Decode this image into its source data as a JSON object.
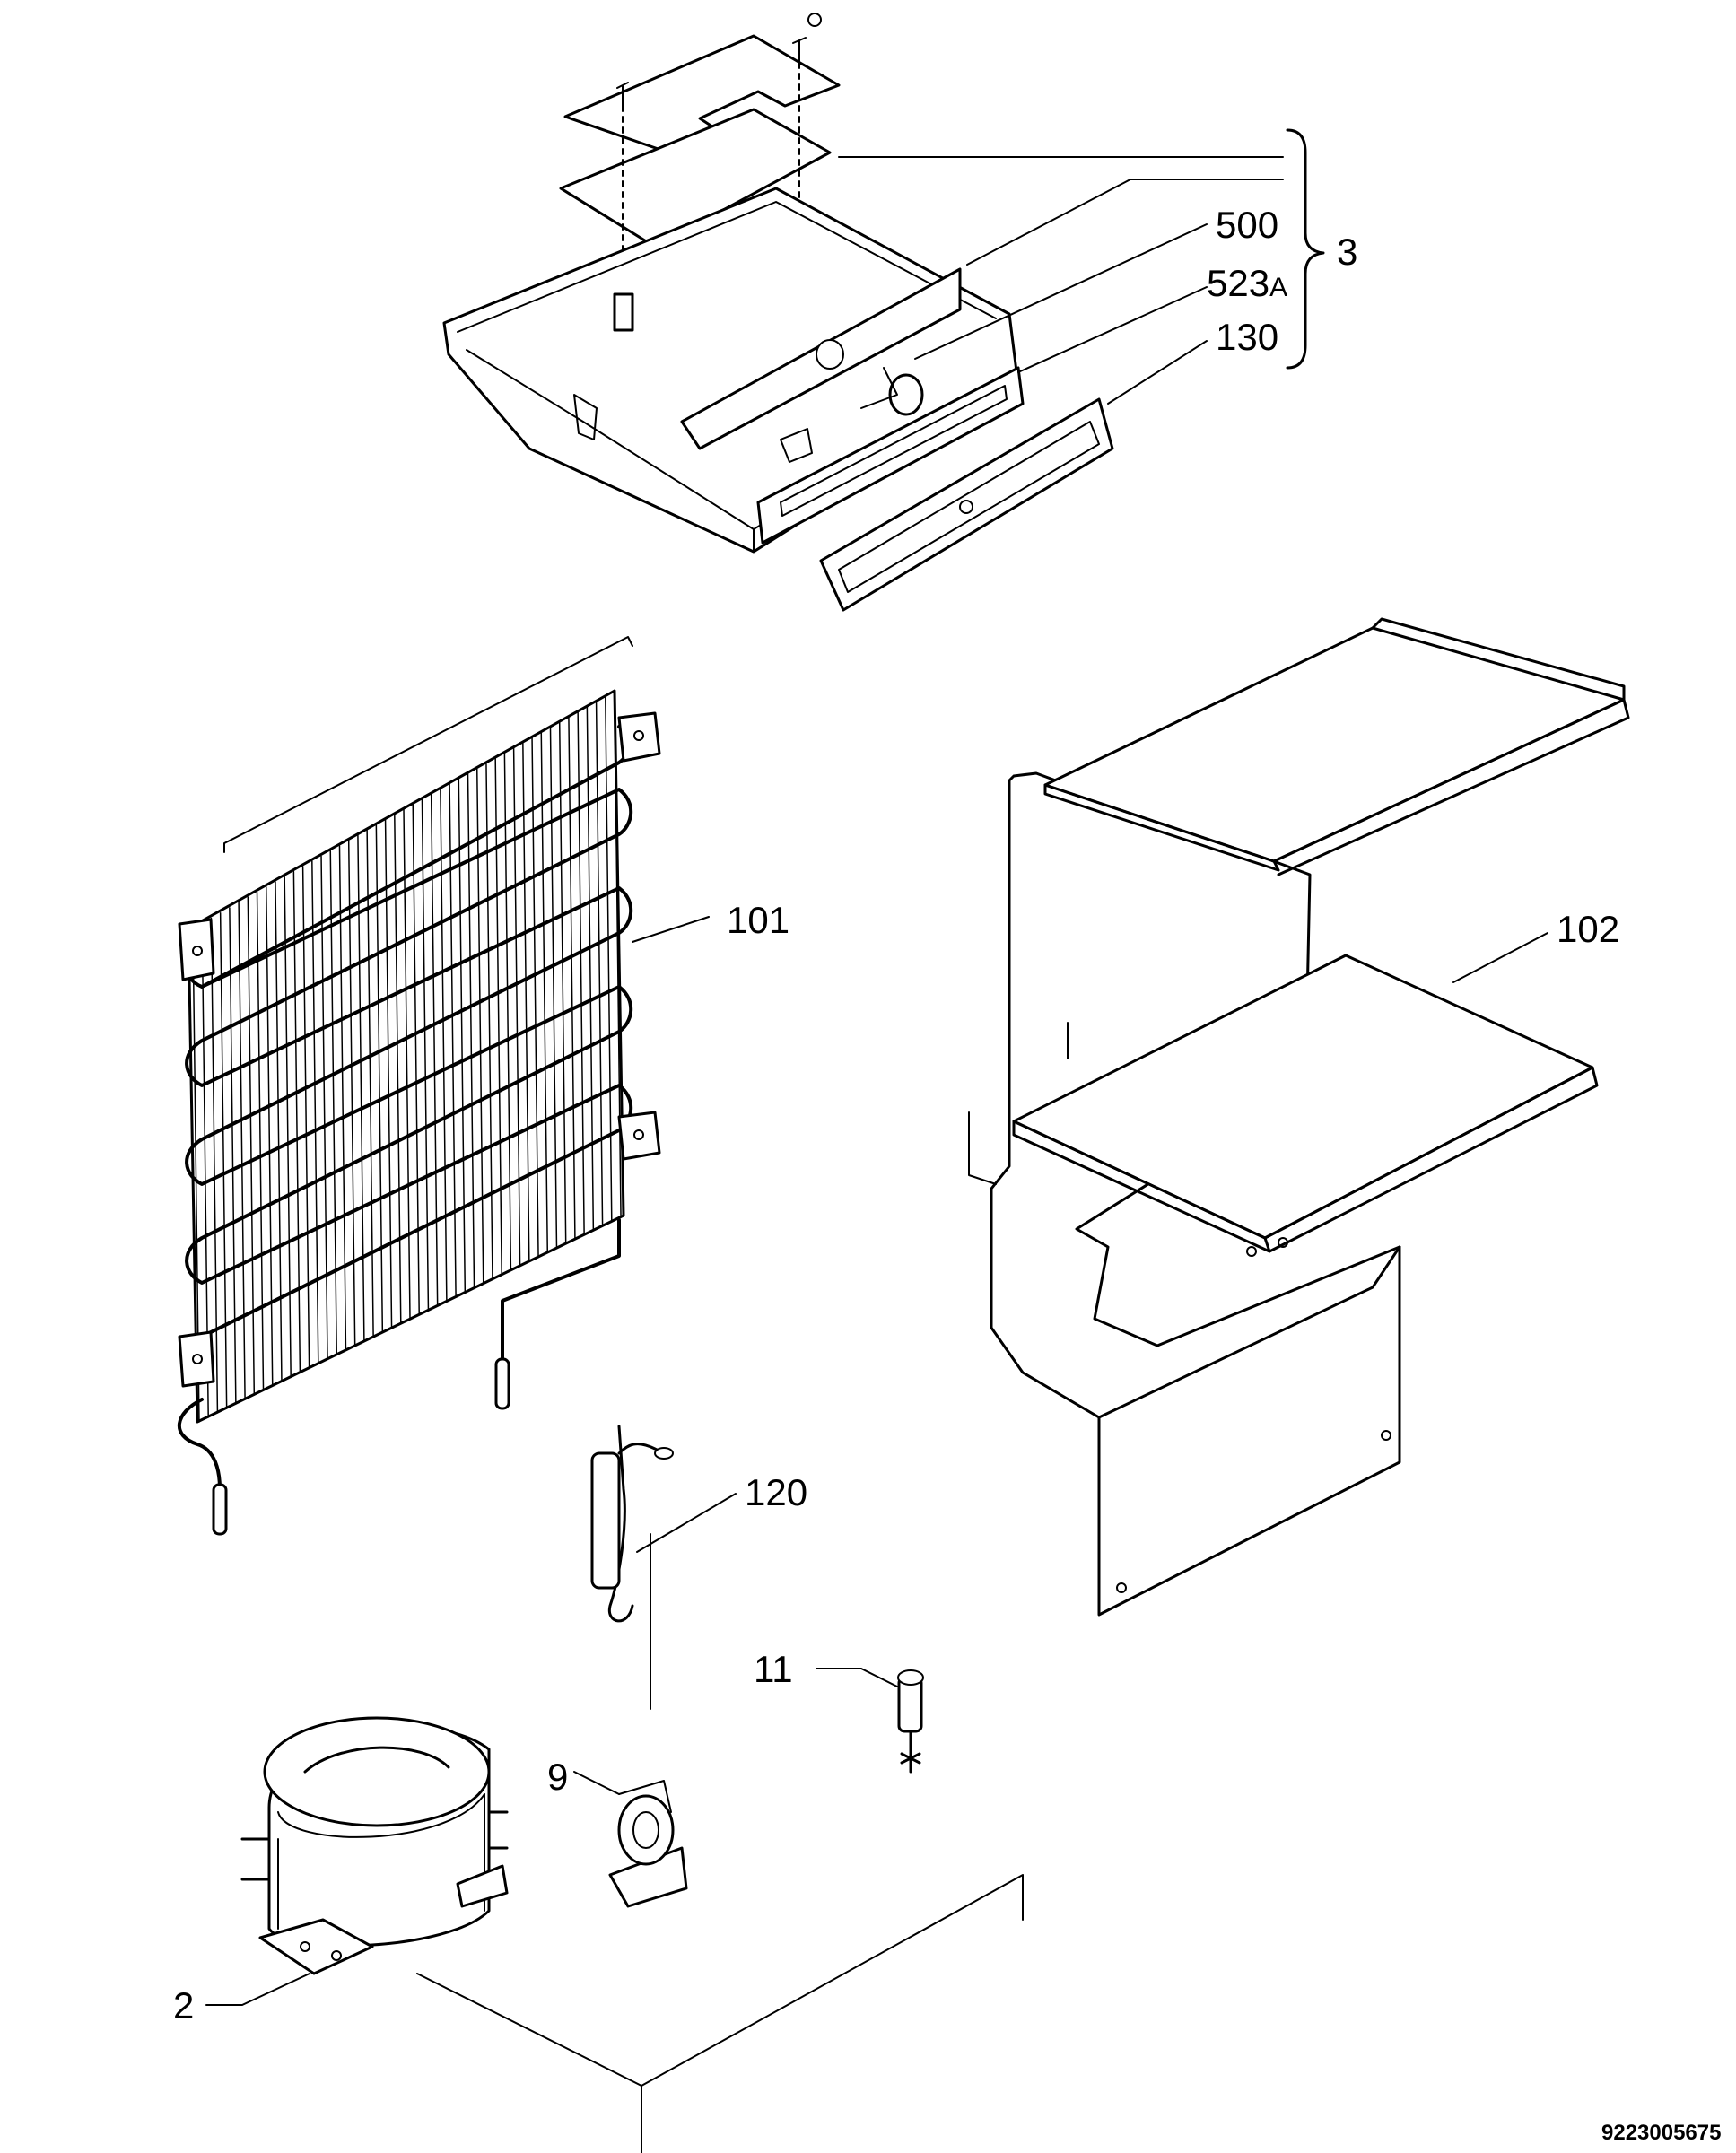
{
  "labels": {
    "group_3": "3",
    "p500": "500",
    "p523a_num": "523",
    "p523a_suffix": "A",
    "p130": "130",
    "p101": "101",
    "p102": "102",
    "p120": "120",
    "p11": "11",
    "p9": "9",
    "p2": "2"
  },
  "drawing_code": "9223005675"
}
